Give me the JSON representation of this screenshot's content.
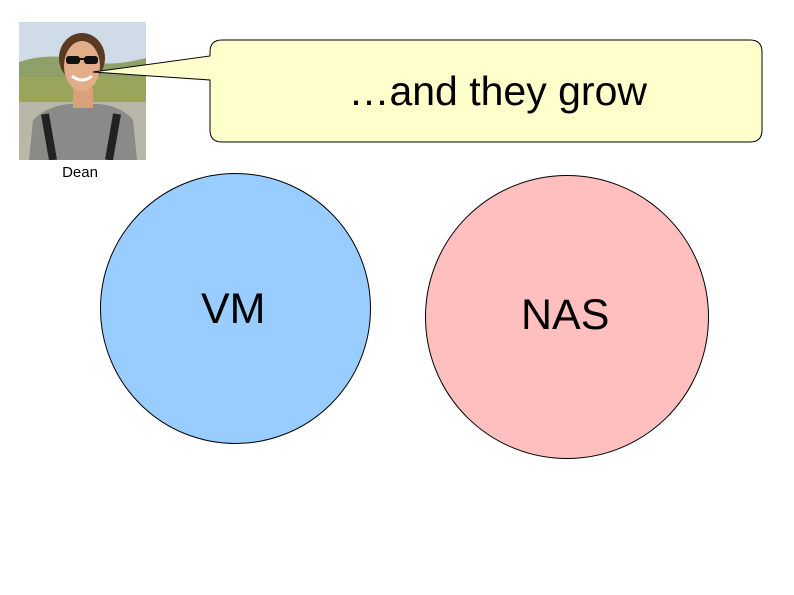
{
  "speaker": {
    "name": "Dean"
  },
  "callout": {
    "text": "…and they grow"
  },
  "circles": [
    {
      "label": "VM",
      "fill": "#99ccff"
    },
    {
      "label": "NAS",
      "fill": "#ffbfbf"
    }
  ],
  "colors": {
    "callout_fill": "#ffffcc",
    "outline": "#000000"
  }
}
